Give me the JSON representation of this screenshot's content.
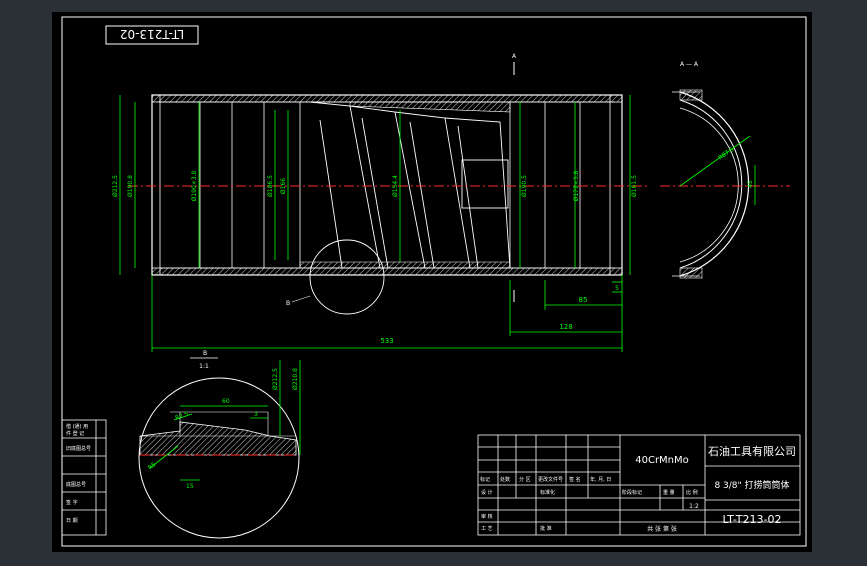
{
  "drawing_number_stamp": "LT-T213-02",
  "section_marker_top": "A",
  "view_label_right": "A — A",
  "main_view": {
    "overall_length_dim": "533",
    "dim_85": "85",
    "dim_128": "128",
    "dim_r_end": "5",
    "detail_ref": "B",
    "diameters": [
      "Ø212.5",
      "Ø190.8",
      "Ø190×3.8",
      "Ø186.5",
      "Ø166",
      "Ø154.4",
      "Ø190.5",
      "Ø179×3.8",
      "Ø161.5"
    ]
  },
  "detail_view": {
    "label": "B",
    "scale": "1:1",
    "dims": [
      "60",
      "15",
      "3",
      "R2.5",
      "R5",
      "Ø212.5",
      "Ø210.8"
    ]
  },
  "section_view": {
    "radius_dim": "R87.5",
    "small_dim": "45"
  },
  "revision_block": {
    "rows": [
      "借 (通) 用",
      "件 登 记",
      "旧底图总号",
      "底图总号",
      "签  字",
      "日  期"
    ]
  },
  "title_block": {
    "material": "40CrMnMo",
    "company": "石油工具有限公司",
    "part_name": "8 3/8\" 打捞筒筒体",
    "drawing_number": "LT-T213-02",
    "scale_value": "1:2",
    "header_cells": [
      "标记",
      "处数",
      "分 区",
      "更改文件号",
      "签 名",
      "年, 月, 日"
    ],
    "row_labels": [
      "设 计",
      "标准化",
      "审 核",
      "工 艺",
      "批 准"
    ],
    "stage_labels": [
      "阶段标记",
      "重 量",
      "比 例"
    ],
    "sheet_text": "共    张  第    张"
  }
}
